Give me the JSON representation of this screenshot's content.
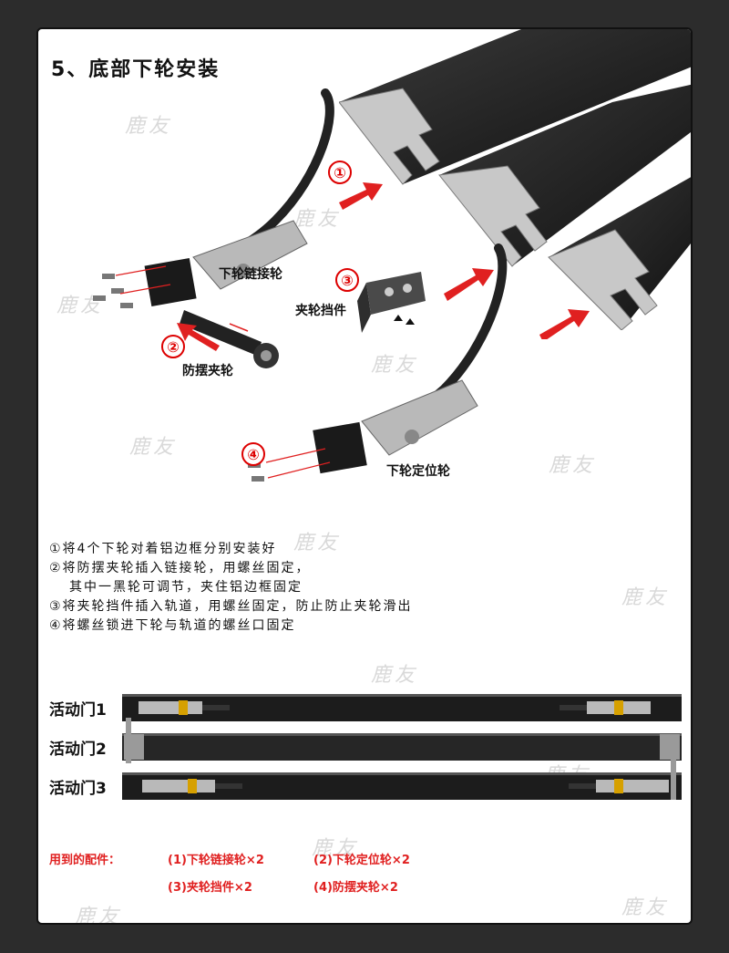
{
  "title": "5、底部下轮安装",
  "watermark": "鹿友",
  "labels": {
    "link_wheel": "下轮链接轮",
    "clip_stop": "夹轮挡件",
    "anti_sway": "防摆夹轮",
    "positioning_wheel": "下轮定位轮"
  },
  "markers": [
    "①",
    "②",
    "③",
    "④"
  ],
  "steps": [
    "①将4个下轮对着铝边框分别安装好",
    "②将防摆夹轮插入链接轮，用螺丝固定，",
    "其中一黑轮可调节，夹住铝边框固定",
    "③将夹轮挡件插入轨道，用螺丝固定，防止防止夹轮滑出",
    "④将螺丝锁进下轮与轨道的螺丝口固定"
  ],
  "doors": [
    "活动门1",
    "活动门2",
    "活动门3"
  ],
  "parts": {
    "heading": "用到的配件：",
    "items": [
      "(1)下轮链接轮×2",
      "(2)下轮定位轮×2",
      "(3)夹轮挡件×2",
      "(4)防摆夹轮×2"
    ]
  },
  "colors": {
    "accent": "#e02020",
    "rail": "#1c1c1c",
    "metal": "#b9b9b9"
  }
}
